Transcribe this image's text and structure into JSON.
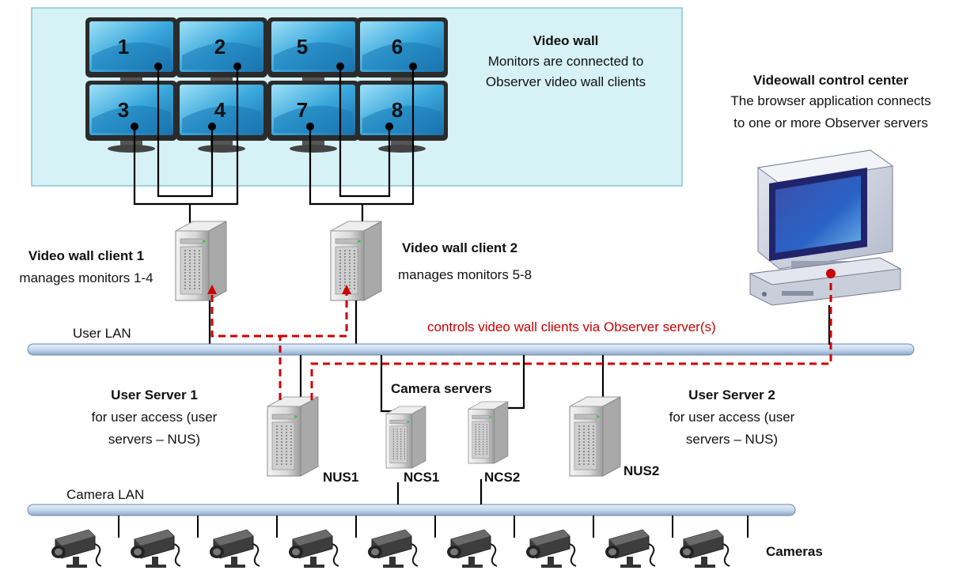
{
  "video_wall": {
    "title": "Video wall",
    "desc_1": "Monitors are connected to",
    "desc_2": "Observer video wall clients",
    "monitors": [
      "1",
      "2",
      "5",
      "6",
      "3",
      "4",
      "7",
      "8"
    ]
  },
  "control_center": {
    "title": "Videowall control center",
    "desc_1": "The browser application connects",
    "desc_2": "to one or more Observer servers"
  },
  "client_1": {
    "title": "Video wall client 1",
    "desc": "manages monitors 1-4"
  },
  "client_2": {
    "title": "Video wall client 2",
    "desc": "manages monitors 5-8"
  },
  "user_lan": "User LAN",
  "camera_lan": "Camera LAN",
  "controls_note": "controls video wall clients via Observer server(s)",
  "user_server_1": {
    "title": "User Server 1",
    "desc_1": "for user access (user",
    "desc_2": "servers – NUS)"
  },
  "user_server_2": {
    "title": "User Server 2",
    "desc_1": "for user access (user",
    "desc_2": "servers – NUS)"
  },
  "camera_servers": "Camera servers",
  "servers": {
    "nus1": "NUS1",
    "ncs1": "NCS1",
    "ncs2": "NCS2",
    "nus2": "NUS2"
  },
  "cameras_label": "Cameras",
  "colors": {
    "wall_bg": "#d6f2f7",
    "lan_fill": "#c5d8ee",
    "red_link": "#cc0000",
    "screen": "#3aa8dc"
  }
}
